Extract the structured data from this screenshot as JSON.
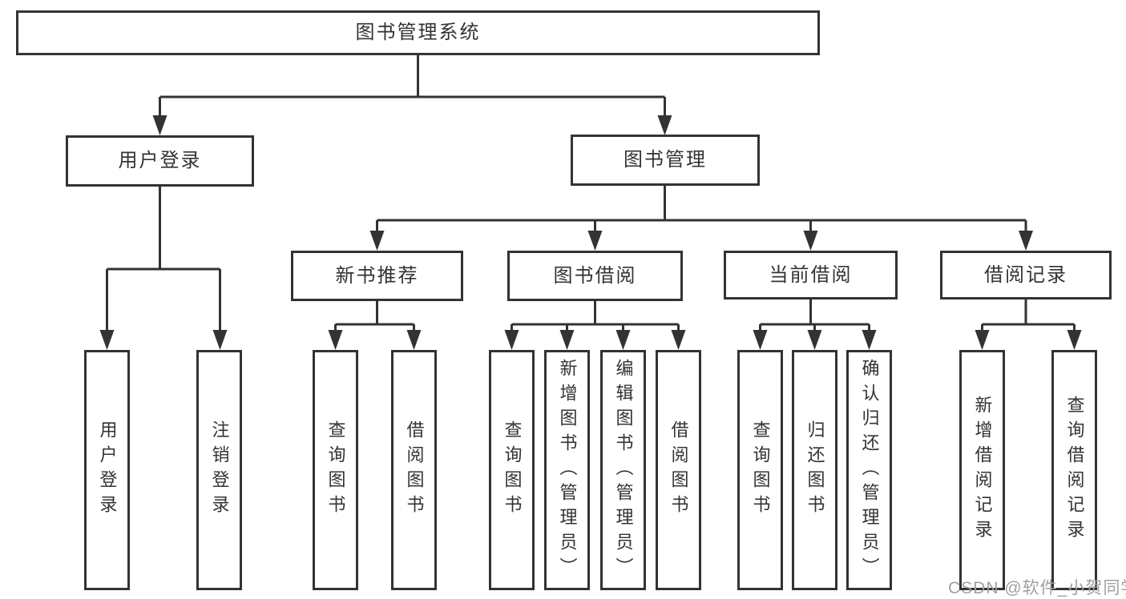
{
  "tree": {
    "label": "图书管理系统",
    "children": [
      {
        "label": "用户登录",
        "children": [
          {
            "label": "用户登录"
          },
          {
            "label": "注销登录"
          }
        ]
      },
      {
        "label": "图书管理",
        "children": [
          {
            "label": "新书推荐",
            "children": [
              {
                "label": "查询图书"
              },
              {
                "label": "借阅图书"
              }
            ]
          },
          {
            "label": "图书借阅",
            "children": [
              {
                "label": "查询图书"
              },
              {
                "label": "新增图书（管理员）"
              },
              {
                "label": "编辑图书（管理员）"
              },
              {
                "label": "借阅图书"
              }
            ]
          },
          {
            "label": "当前借阅",
            "children": [
              {
                "label": "查询图书"
              },
              {
                "label": "归还图书"
              },
              {
                "label": "确认归还（管理员）"
              }
            ]
          },
          {
            "label": "借阅记录",
            "children": [
              {
                "label": "新增借阅记录"
              },
              {
                "label": "查询借阅记录"
              }
            ]
          }
        ]
      }
    ]
  },
  "watermark": "CSDN @软件_小贺同学",
  "colors": {
    "line": "#333333",
    "text": "#333333",
    "box_background": "#ffffff",
    "page_background": "#ffffff",
    "watermark": "#a0a0a0"
  }
}
